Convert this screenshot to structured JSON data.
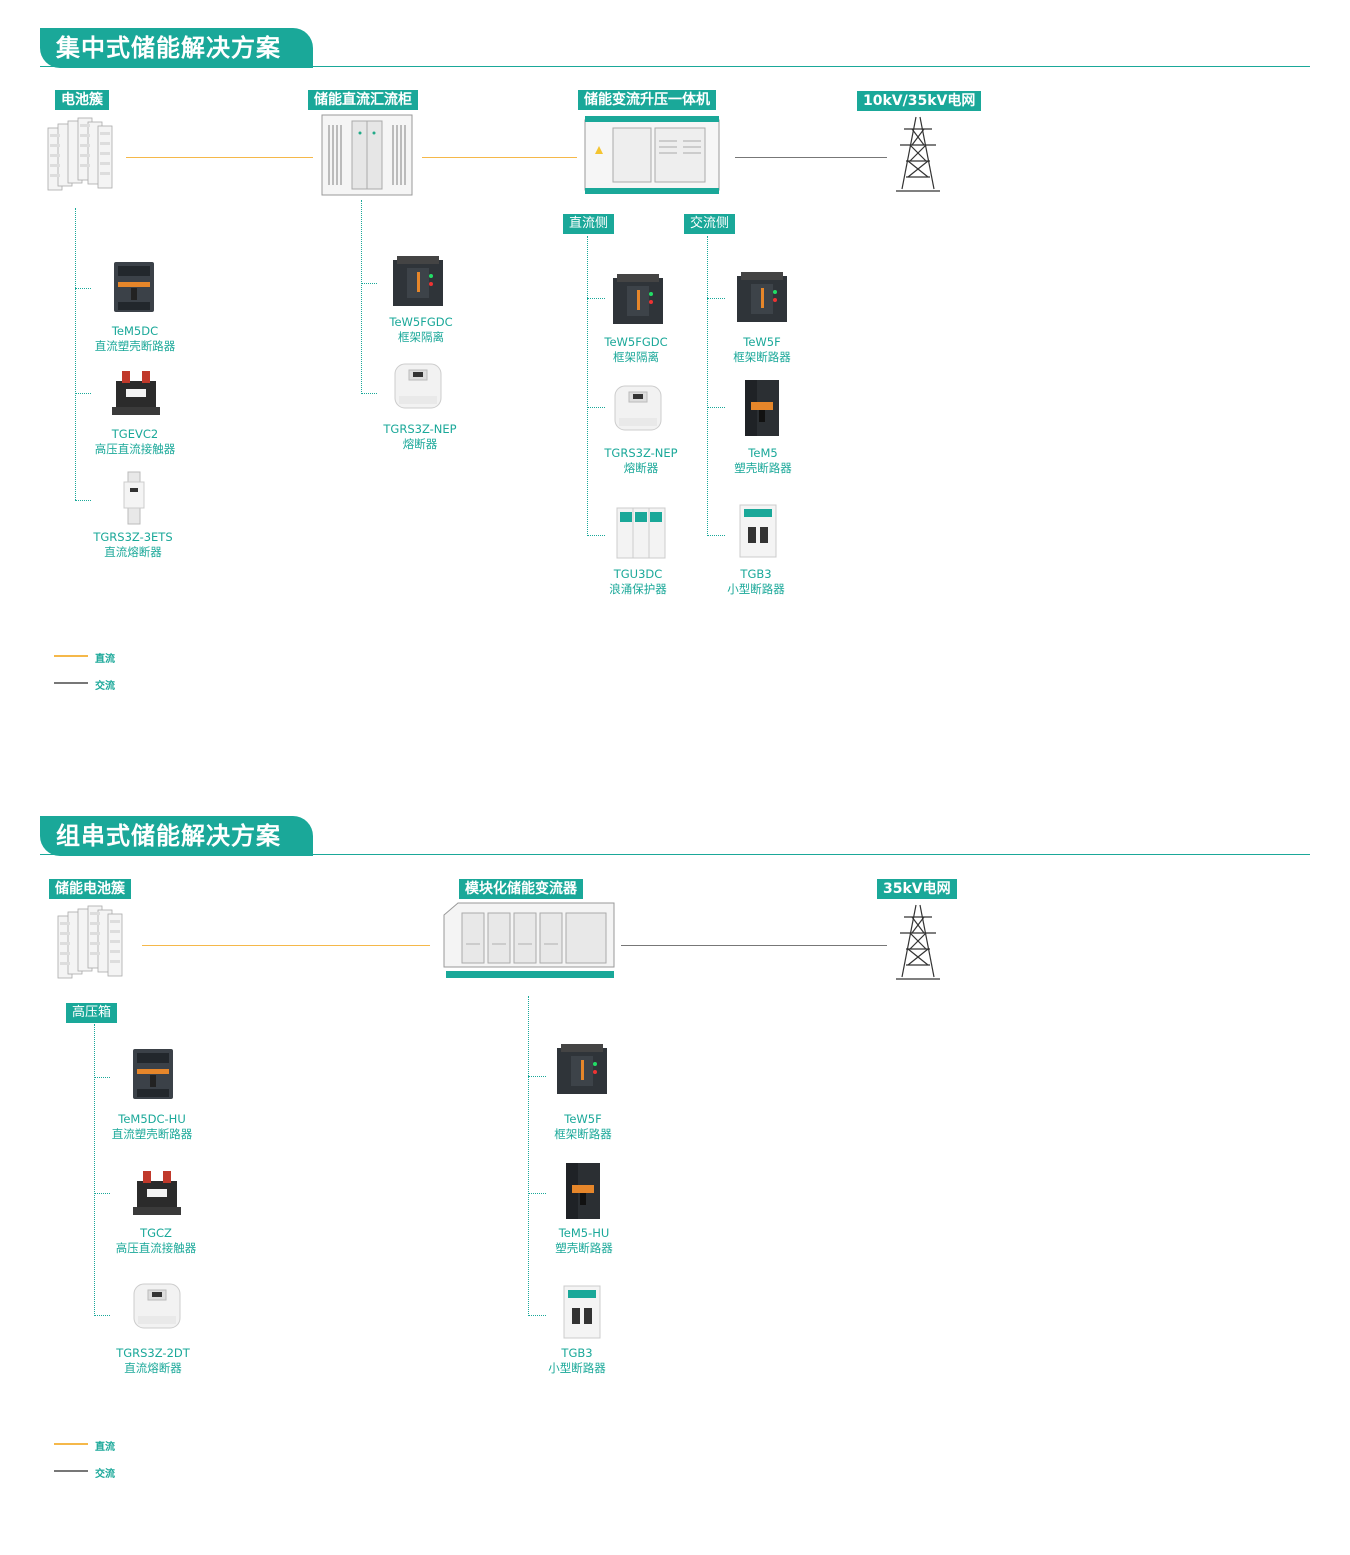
{
  "centralized": {
    "title": "集中式储能解决方案",
    "nodes": {
      "battery": "电池簇",
      "combiner": "储能直流汇流柜",
      "pcs": "储能变流升压一体机",
      "grid": "10kV/35kV电网"
    },
    "sides": {
      "dc": "直流侧",
      "ac": "交流侧"
    },
    "battery_products": [
      {
        "model": "TeM5DC",
        "desc": "直流塑壳断路器"
      },
      {
        "model": "TGEVC2",
        "desc": "高压直流接触器"
      },
      {
        "model": "TGRS3Z-3ETS",
        "desc": "直流熔断器"
      }
    ],
    "combiner_products": [
      {
        "model": "TeW5FGDC",
        "desc": "框架隔离"
      },
      {
        "model": "TGRS3Z-NEP",
        "desc": "熔断器"
      }
    ],
    "dc_products": [
      {
        "model": "TeW5FGDC",
        "desc": "框架隔离"
      },
      {
        "model": "TGRS3Z-NEP",
        "desc": "熔断器"
      },
      {
        "model": "TGU3DC",
        "desc": "浪涌保护器"
      }
    ],
    "ac_products": [
      {
        "model": "TeW5F",
        "desc": "框架断路器"
      },
      {
        "model": "TeM5",
        "desc": "塑壳断路器"
      },
      {
        "model": "TGB3",
        "desc": "小型断路器"
      }
    ],
    "legend": {
      "dc": "直流",
      "ac": "交流"
    }
  },
  "string": {
    "title": "组串式储能解决方案",
    "nodes": {
      "battery": "储能电池簇",
      "pcs": "模块化储能变流器",
      "grid": "35kV电网"
    },
    "hv_box": "高压箱",
    "hv_products": [
      {
        "model": "TeM5DC-HU",
        "desc": "直流塑壳断路器"
      },
      {
        "model": "TGCZ",
        "desc": "高压直流接触器"
      },
      {
        "model": "TGRS3Z-2DT",
        "desc": "直流熔断器"
      }
    ],
    "pcs_products": [
      {
        "model": "TeW5F",
        "desc": "框架断路器"
      },
      {
        "model": "TeM5-HU",
        "desc": "塑壳断路器"
      },
      {
        "model": "TGB3",
        "desc": "小型断路器"
      }
    ],
    "legend": {
      "dc": "直流",
      "ac": "交流"
    }
  },
  "colors": {
    "accent": "#1aa899",
    "dc_wire": "#f5b84a",
    "ac_wire": "#777777"
  }
}
